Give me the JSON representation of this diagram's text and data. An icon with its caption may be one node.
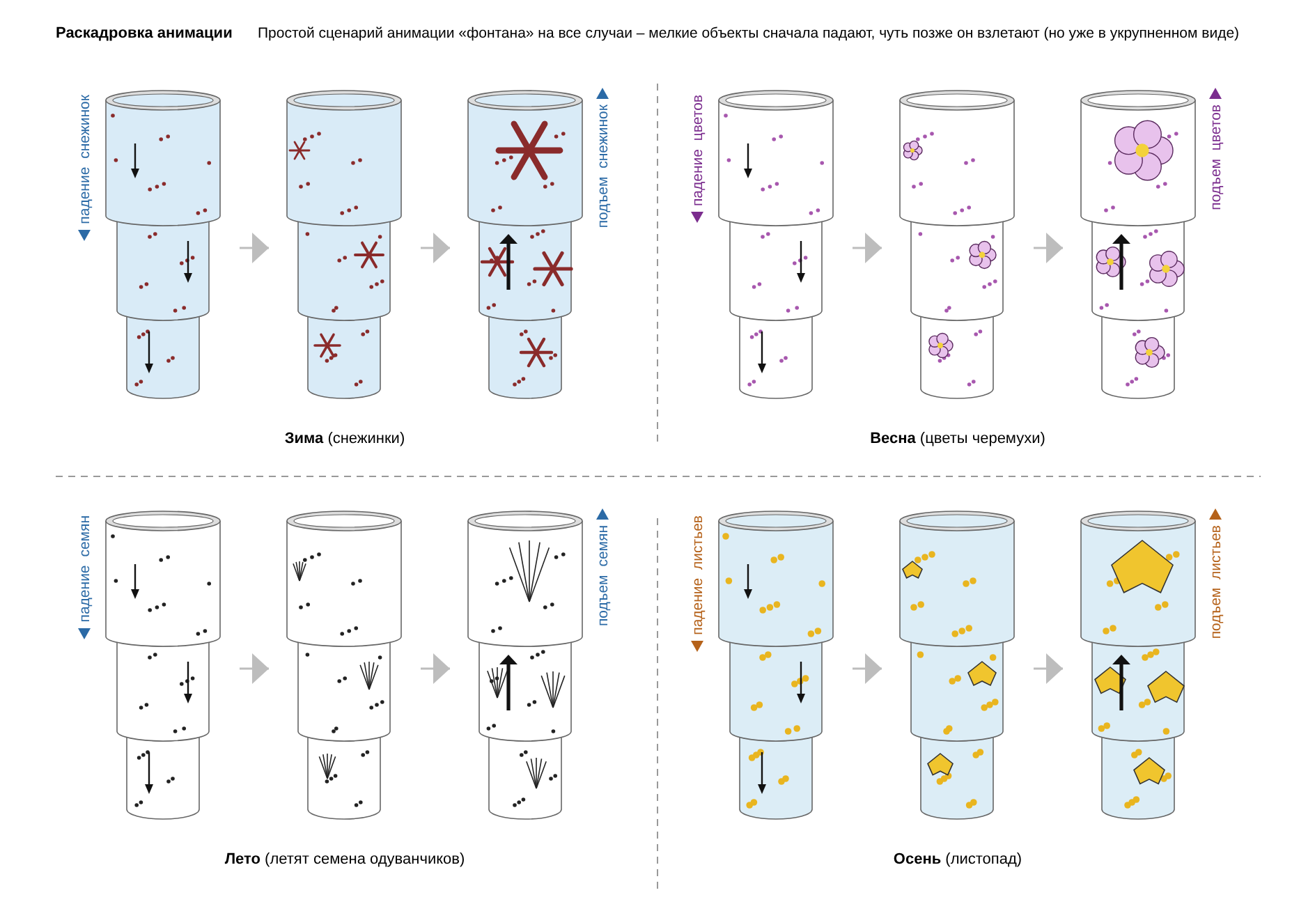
{
  "diagram": {
    "title": "Раскадровка анимации",
    "nodes": [
      {
        "text": [],
        "shape": "picture",
        "beside": [
          "падение снежинок"
        ]
      },
      {
        "text": [],
        "shape": "picture"
      },
      {
        "text": [],
        "shape": "picture",
        "beside": [
          "подъем снежинок"
        ]
      },
      {
        "text": [],
        "shape": "picture",
        "beside": [
          "падение цветов"
        ]
      },
      {
        "text": [],
        "shape": "picture"
      },
      {
        "text": [],
        "shape": "picture",
        "beside": [
          "подъем цветов"
        ]
      },
      {
        "text": [],
        "shape": "picture",
        "beside": [
          "падение семян"
        ]
      },
      {
        "text": [],
        "shape": "picture"
      },
      {
        "text": [],
        "shape": "picture",
        "beside": [
          "подъем семян"
        ]
      },
      {
        "text": [],
        "shape": "picture",
        "beside": [
          "падение листьев"
        ]
      },
      {
        "text": [],
        "shape": "picture"
      },
      {
        "text": [],
        "shape": "picture",
        "beside": [
          "подъем листьев"
        ]
      }
    ],
    "edges": [
      {
        "from": 0,
        "to": 1,
        "arrow": "to"
      },
      {
        "from": 1,
        "to": 2,
        "arrow": "to"
      },
      {
        "from": 3,
        "to": 4,
        "arrow": "to"
      },
      {
        "from": 4,
        "to": 5,
        "arrow": "to"
      },
      {
        "from": 6,
        "to": 7,
        "arrow": "to"
      },
      {
        "from": 7,
        "to": 8,
        "arrow": "to"
      },
      {
        "from": 9,
        "to": 10,
        "arrow": "to"
      },
      {
        "from": 10,
        "to": 11,
        "arrow": "to"
      }
    ],
    "labels": [
      "Простой сценарий анимации «фонтана» на все случаи – мелкие объекты сначала падают, чуть позже он взлетают (но уже в укрупненном виде)",
      "**Зима** (снежинки)",
      "**Весна** (цветы черемухи)",
      "**Лето** (летят семена одуванчиков)",
      "**Осень** (листопад)"
    ]
  }
}
